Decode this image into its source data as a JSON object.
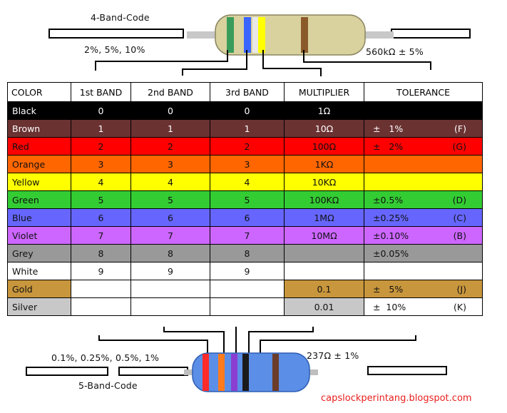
{
  "top_resistor": {
    "title": "4-Band-Code",
    "tolerance_note": "2%, 5%, 10%",
    "example_value": "560kΩ ± 5%",
    "bands": [
      "#3a9c5a",
      "#3a66ff",
      "#e8e8e8",
      "#ffff00",
      "#8b5a2b"
    ]
  },
  "bottom_resistor": {
    "title": "5-Band-Code",
    "tolerance_note": "0.1%, 0.25%, 0.5%, 1%",
    "example_value": "237Ω ± 1%",
    "bands": [
      "#ff2a2a",
      "#ff7b1c",
      "#8a3fd1",
      "#1a1a1a",
      "#6b3c2a"
    ]
  },
  "table": {
    "headers": [
      "COLOR",
      "1st BAND",
      "2nd BAND",
      "3rd BAND",
      "MULTIPLIER",
      "TOLERANCE"
    ],
    "rows": [
      {
        "name": "Black",
        "b1": "0",
        "b2": "0",
        "b3": "0",
        "mult": "1Ω",
        "tol": "",
        "code": "",
        "bg": "#000000",
        "fg": "#ffffff",
        "mult_bg": "#000000",
        "tol_bg": "#000000"
      },
      {
        "name": "Brown",
        "b1": "1",
        "b2": "1",
        "b3": "1",
        "mult": "10Ω",
        "tol": "±   1%",
        "code": "(F)",
        "bg": "#6b3232",
        "fg": "#ffffff",
        "mult_bg": "#6b3232",
        "tol_bg": "#6b3232"
      },
      {
        "name": "Red",
        "b1": "2",
        "b2": "2",
        "b3": "2",
        "mult": "100Ω",
        "tol": "±   2%",
        "code": "(G)",
        "bg": "#ff0000",
        "fg": "#111111",
        "mult_bg": "#ff0000",
        "tol_bg": "#ff0000"
      },
      {
        "name": "Orange",
        "b1": "3",
        "b2": "3",
        "b3": "3",
        "mult": "1KΩ",
        "tol": "",
        "code": "",
        "bg": "#ff6600",
        "fg": "#111111",
        "mult_bg": "#ff6600",
        "tol_bg": "#ff6600"
      },
      {
        "name": "Yellow",
        "b1": "4",
        "b2": "4",
        "b3": "4",
        "mult": "10KΩ",
        "tol": "",
        "code": "",
        "bg": "#ffff00",
        "fg": "#111111",
        "mult_bg": "#ffff00",
        "tol_bg": "#ffff00"
      },
      {
        "name": "Green",
        "b1": "5",
        "b2": "5",
        "b3": "5",
        "mult": "100KΩ",
        "tol": "±0.5%",
        "code": "(D)",
        "bg": "#33cc33",
        "fg": "#111111",
        "mult_bg": "#33cc33",
        "tol_bg": "#33cc33"
      },
      {
        "name": "Blue",
        "b1": "6",
        "b2": "6",
        "b3": "6",
        "mult": "1MΩ",
        "tol": "±0.25%",
        "code": "(C)",
        "bg": "#6666ff",
        "fg": "#111111",
        "mult_bg": "#6666ff",
        "tol_bg": "#6666ff"
      },
      {
        "name": "Violet",
        "b1": "7",
        "b2": "7",
        "b3": "7",
        "mult": "10MΩ",
        "tol": "±0.10%",
        "code": "(B)",
        "bg": "#cc66ff",
        "fg": "#111111",
        "mult_bg": "#cc66ff",
        "tol_bg": "#cc66ff"
      },
      {
        "name": "Grey",
        "b1": "8",
        "b2": "8",
        "b3": "8",
        "mult": "",
        "tol": "±0.05%",
        "code": "",
        "bg": "#999999",
        "fg": "#111111",
        "mult_bg": "#999999",
        "tol_bg": "#999999"
      },
      {
        "name": "White",
        "b1": "9",
        "b2": "9",
        "b3": "9",
        "mult": "",
        "tol": "",
        "code": "",
        "bg": "#ffffff",
        "fg": "#111111",
        "mult_bg": "#ffffff",
        "tol_bg": "#ffffff"
      },
      {
        "name": "Gold",
        "b1": "",
        "b2": "",
        "b3": "",
        "mult": "0.1",
        "tol": "±   5%",
        "code": "(J)",
        "bg": "#c8963c",
        "fg": "#111111",
        "mult_bg": "#c8963c",
        "tol_bg": "#c8963c",
        "bands_bg": "#ffffff"
      },
      {
        "name": "Silver",
        "b1": "",
        "b2": "",
        "b3": "",
        "mult": "0.01",
        "tol": "±  10%",
        "code": "(K)",
        "bg": "#c8c8c8",
        "fg": "#111111",
        "mult_bg": "#c8c8c8",
        "tol_bg": "#ffffff",
        "bands_bg": "#ffffff"
      }
    ]
  },
  "watermark": "capslockperintang.blogspot.com"
}
